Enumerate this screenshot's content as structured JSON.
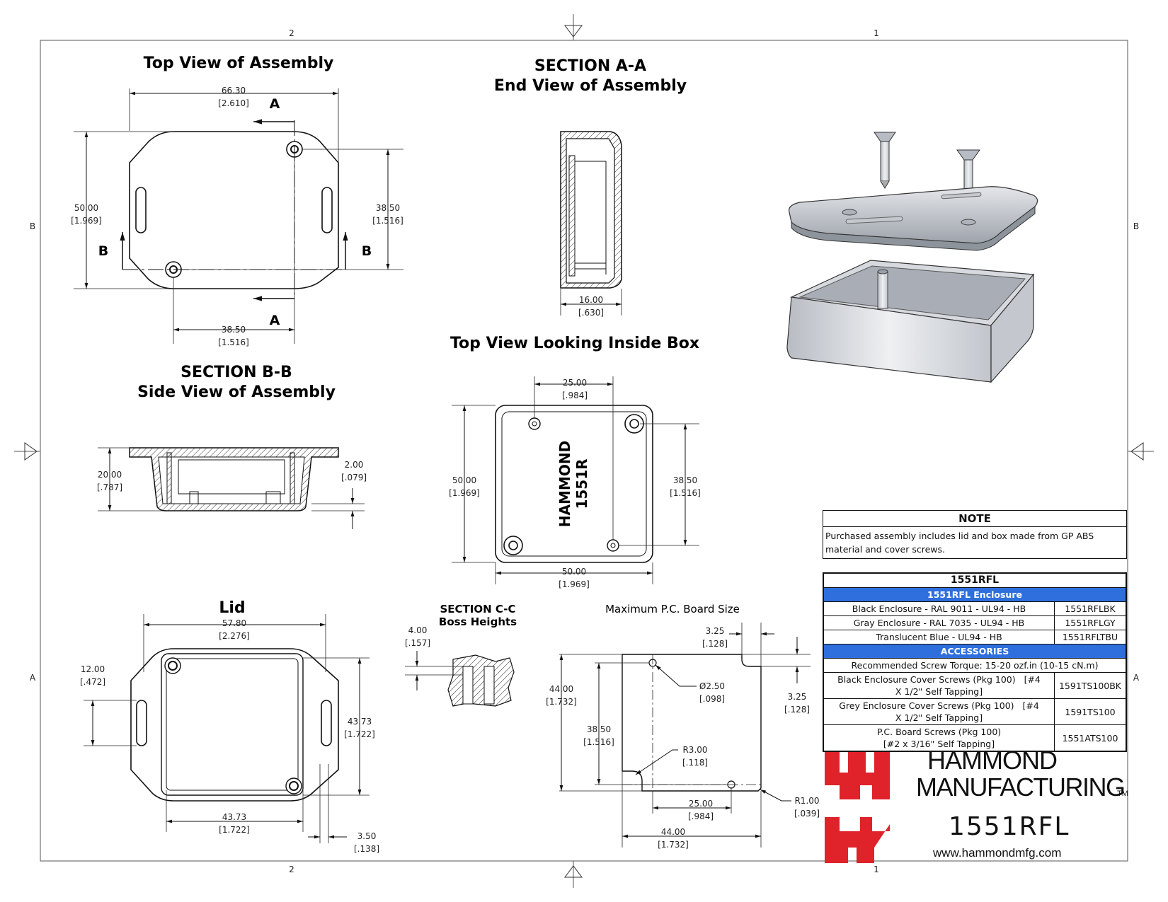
{
  "zones": {
    "top": [
      "2",
      "1"
    ],
    "bottom": [
      "2",
      "1"
    ],
    "left": [
      "B",
      "A"
    ],
    "right": [
      "B",
      "A"
    ]
  },
  "views": {
    "top_assembly": {
      "title": "Top View of Assembly",
      "section_marks": {
        "a": "A",
        "b": "B"
      },
      "dims": {
        "width": "66.30",
        "width_in": "[2.610]",
        "height": "50.00",
        "height_in": "[1.969]",
        "hole_v": "38.50",
        "hole_v_in": "[1.516]",
        "hole_h": "38.50",
        "hole_h_in": "[1.516]"
      }
    },
    "section_aa": {
      "title_1": "SECTION A-A",
      "title_2": "End View of Assembly",
      "dims": {
        "depth": "16.00",
        "depth_in": "[.630]"
      }
    },
    "section_bb": {
      "title_1": "SECTION B-B",
      "title_2": "Side View of Assembly",
      "dims": {
        "height": "20.00",
        "height_in": "[.787]",
        "lip": "2.00",
        "lip_in": "[.079]"
      }
    },
    "inside_box": {
      "title": "Top View Looking Inside Box",
      "engraving_1": "HAMMOND",
      "engraving_2": "1551R",
      "dims": {
        "hole_x": "25.00",
        "hole_x_in": "[.984]",
        "height": "50.00",
        "height_in": "[1.969]",
        "hole_y": "38.50",
        "hole_y_in": "[1.516]",
        "width": "50.00",
        "width_in": "[1.969]"
      }
    },
    "lid": {
      "title": "Lid",
      "dims": {
        "width": "57.80",
        "width_in": "[2.276]",
        "slot": "12.00",
        "slot_in": "[.472]",
        "inner_h": "43.73",
        "inner_h_in": "[1.722]",
        "inner_w": "43.73",
        "inner_w_in": "[1.722]",
        "lip": "3.50",
        "lip_in": "[.138]"
      }
    },
    "section_cc": {
      "title_1": "SECTION C-C",
      "title_2": "Boss Heights",
      "dims": {
        "height": "4.00",
        "height_in": "[.157]"
      }
    },
    "pcb": {
      "title": "Maximum P.C. Board Size",
      "dims": {
        "notch_x": "3.25",
        "notch_x_in": "[.128]",
        "notch_y": "3.25",
        "notch_y_in": "[.128]",
        "hole": "Ø2.50",
        "hole_in": "[.098]",
        "height": "44.00",
        "height_in": "[1.732]",
        "hole_y": "38.50",
        "hole_y_in": "[1.516]",
        "radius": "R3.00",
        "radius_in": "[.118]",
        "hole_x": "25.00",
        "hole_x_in": "[.984]",
        "corner": "R1.00",
        "corner_in": "[.039]",
        "width": "44.00",
        "width_in": "[1.732]"
      }
    }
  },
  "note": {
    "title": "NOTE",
    "text": "Purchased assembly includes lid and box made from GP ABS material and cover screws."
  },
  "parts_table": {
    "title": "1551RFL",
    "enclosure_header": "1551RFL Enclosure",
    "enclosures": [
      {
        "desc": "Black Enclosure - RAL 9011 - UL94 - HB",
        "pn": "1551RFLBK"
      },
      {
        "desc": "Gray Enclosure - RAL 7035 - UL94 - HB",
        "pn": "1551RFLGY"
      },
      {
        "desc": "Translucent Blue - UL94 - HB",
        "pn": "1551RFLTBU"
      }
    ],
    "accessories_header": "ACCESSORIES",
    "torque": "Recommended Screw Torque: 15-20 ozf.in (10-15 cN.m)",
    "accessories": [
      {
        "line1": "Black Enclosure Cover Screws (Pkg 100)",
        "tag": "[#4",
        "line2": "X 1/2\" Self Tapping]",
        "pn": "1591TS100BK"
      },
      {
        "line1": "Grey Enclosure Cover Screws (Pkg 100)",
        "tag": "[#4",
        "line2": "X 1/2\" Self Tapping]",
        "pn": "1591TS100"
      },
      {
        "line1": "P.C. Board Screws  (Pkg 100)",
        "tag": "",
        "line2": "[#2 x 3/16\" Self Tapping]",
        "pn": "1551ATS100"
      }
    ]
  },
  "logo": {
    "line1": "HAMMOND",
    "line2": "MANUFACTURING",
    "tm": "TM",
    "part_number": "1551RFL",
    "website": "www.hammondmfg.com",
    "color": "#e0222a"
  }
}
